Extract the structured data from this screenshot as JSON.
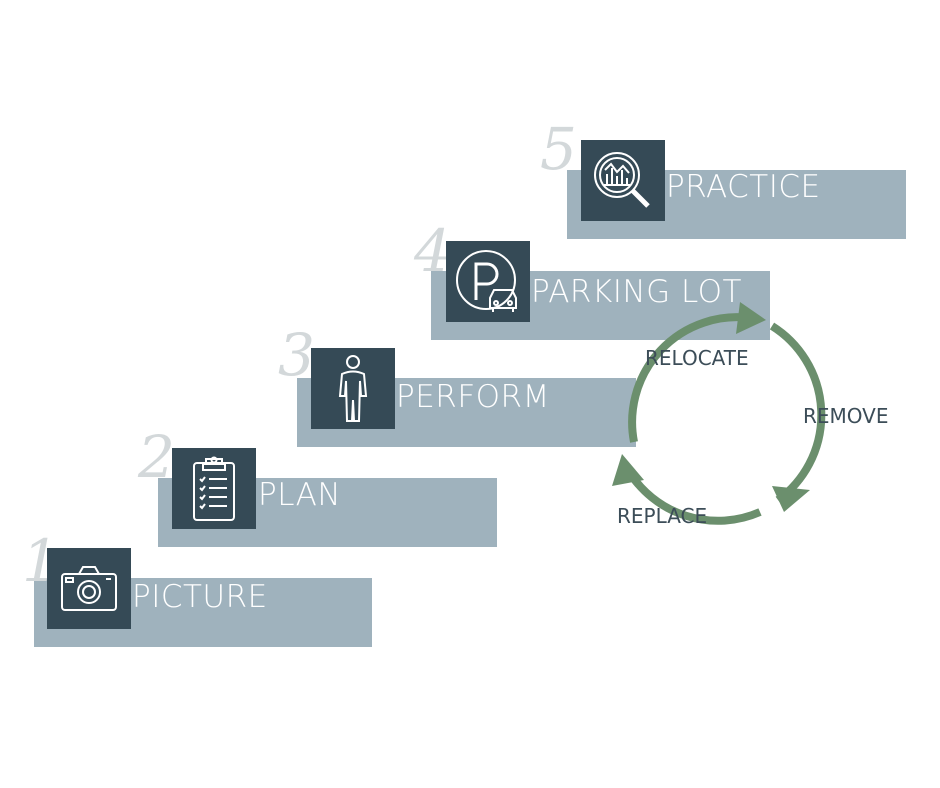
{
  "steps": [
    {
      "number": "1",
      "label": "PICTURE",
      "icon": "camera-icon"
    },
    {
      "number": "2",
      "label": "PLAN",
      "icon": "clipboard-checklist-icon"
    },
    {
      "number": "3",
      "label": "PERFORM",
      "icon": "person-icon"
    },
    {
      "number": "4",
      "label": "PARKING LOT",
      "icon": "parking-car-icon"
    },
    {
      "number": "5",
      "label": "PRACTICE",
      "icon": "magnifier-chart-icon"
    }
  ],
  "cycle": {
    "labels": {
      "relocate": "RELOCATE",
      "remove": "REMOVE",
      "replace": "REPLACE"
    }
  },
  "colors": {
    "bar": "#9fb2bd",
    "icon_box": "#354a56",
    "arrow": "#6b8f6d",
    "cycle_text": "#3c4d58",
    "number": "#d3d8da"
  }
}
